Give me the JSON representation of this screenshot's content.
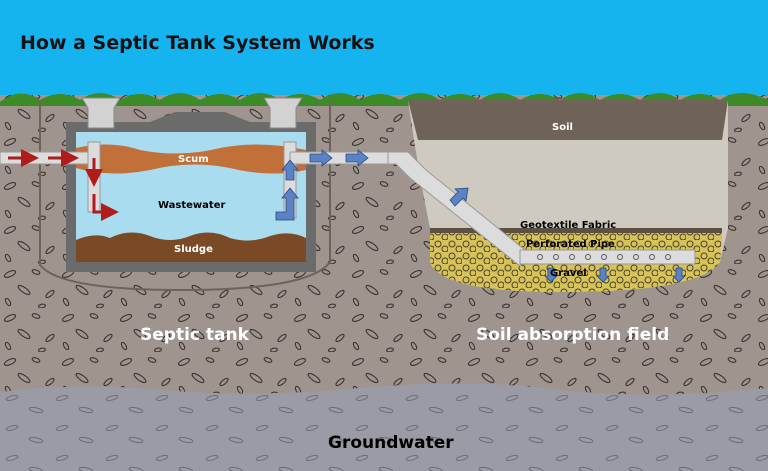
{
  "title": "How a Septic Tank System Works",
  "labels": {
    "scum": "Scum",
    "wastewater": "Wastewater",
    "sludge": "Sludge",
    "soil": "Soil",
    "geotextile": "Geotextile Fabric",
    "perforated_pipe": "Perforated Pipe",
    "gravel": "Gravel",
    "septic_tank": "Septic tank",
    "absorption_field": "Soil absorption field",
    "groundwater": "Groundwater"
  },
  "colors": {
    "sky": "#15b4f0",
    "grass": "#3d8a28",
    "earth": "#a0958e",
    "soil_dark": "#6e6259",
    "soil_light": "#cfcabf",
    "gravel": "#d6c35c",
    "groundwater": "#9b9ba5",
    "wastewater": "#a9dcef",
    "scum": "#c2703a",
    "sludge": "#7a4a26",
    "tank_wall": "#6b6b6b",
    "pipe": "#dcdcdc",
    "inflow_arrow": "#b01c1c",
    "outflow_arrow": "#5b82c4"
  }
}
